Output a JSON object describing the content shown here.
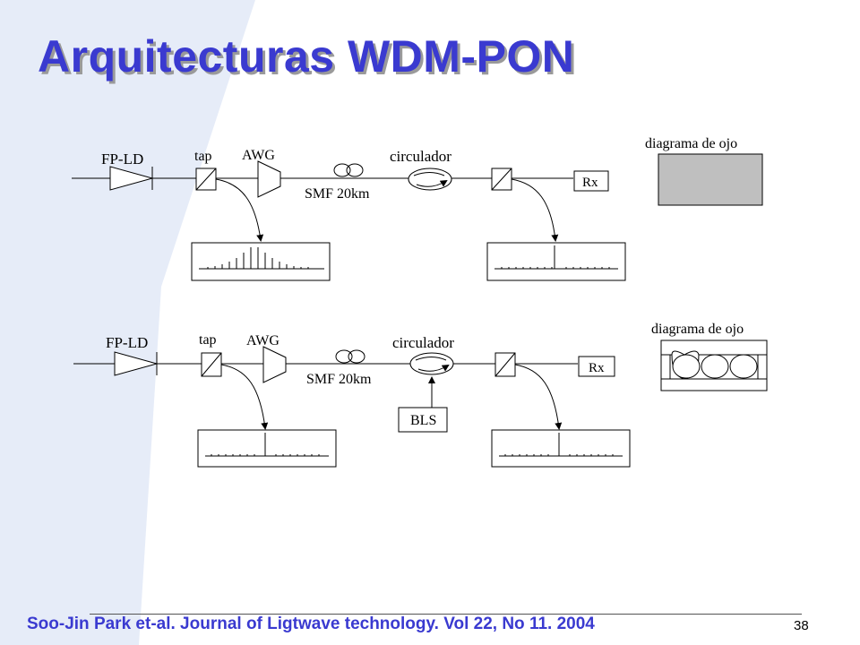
{
  "slide": {
    "title": "Arquitecturas WDM-PON",
    "reference": "Soo-Jin Park et-al. Journal of Ligtwave technology. Vol 22, No 11. 2004",
    "page_number": "38"
  },
  "diagram_top": {
    "laser": "FP-LD",
    "tap": "tap",
    "awg": "AWG",
    "fiber": "SMF 20km",
    "circulator": "circulador",
    "receiver": "Rx",
    "eye_label": "diagrama de ojo"
  },
  "diagram_bottom": {
    "laser": "FP-LD",
    "tap": "tap",
    "awg": "AWG",
    "fiber": "SMF 20km",
    "circulator": "circulador",
    "receiver": "Rx",
    "eye_label": "diagrama de ojo",
    "source": "BLS"
  },
  "colors": {
    "title": "#3a3ad0",
    "background_wedge": "#e6ecf8",
    "eye_closed_fill": "#bfbfbf"
  }
}
